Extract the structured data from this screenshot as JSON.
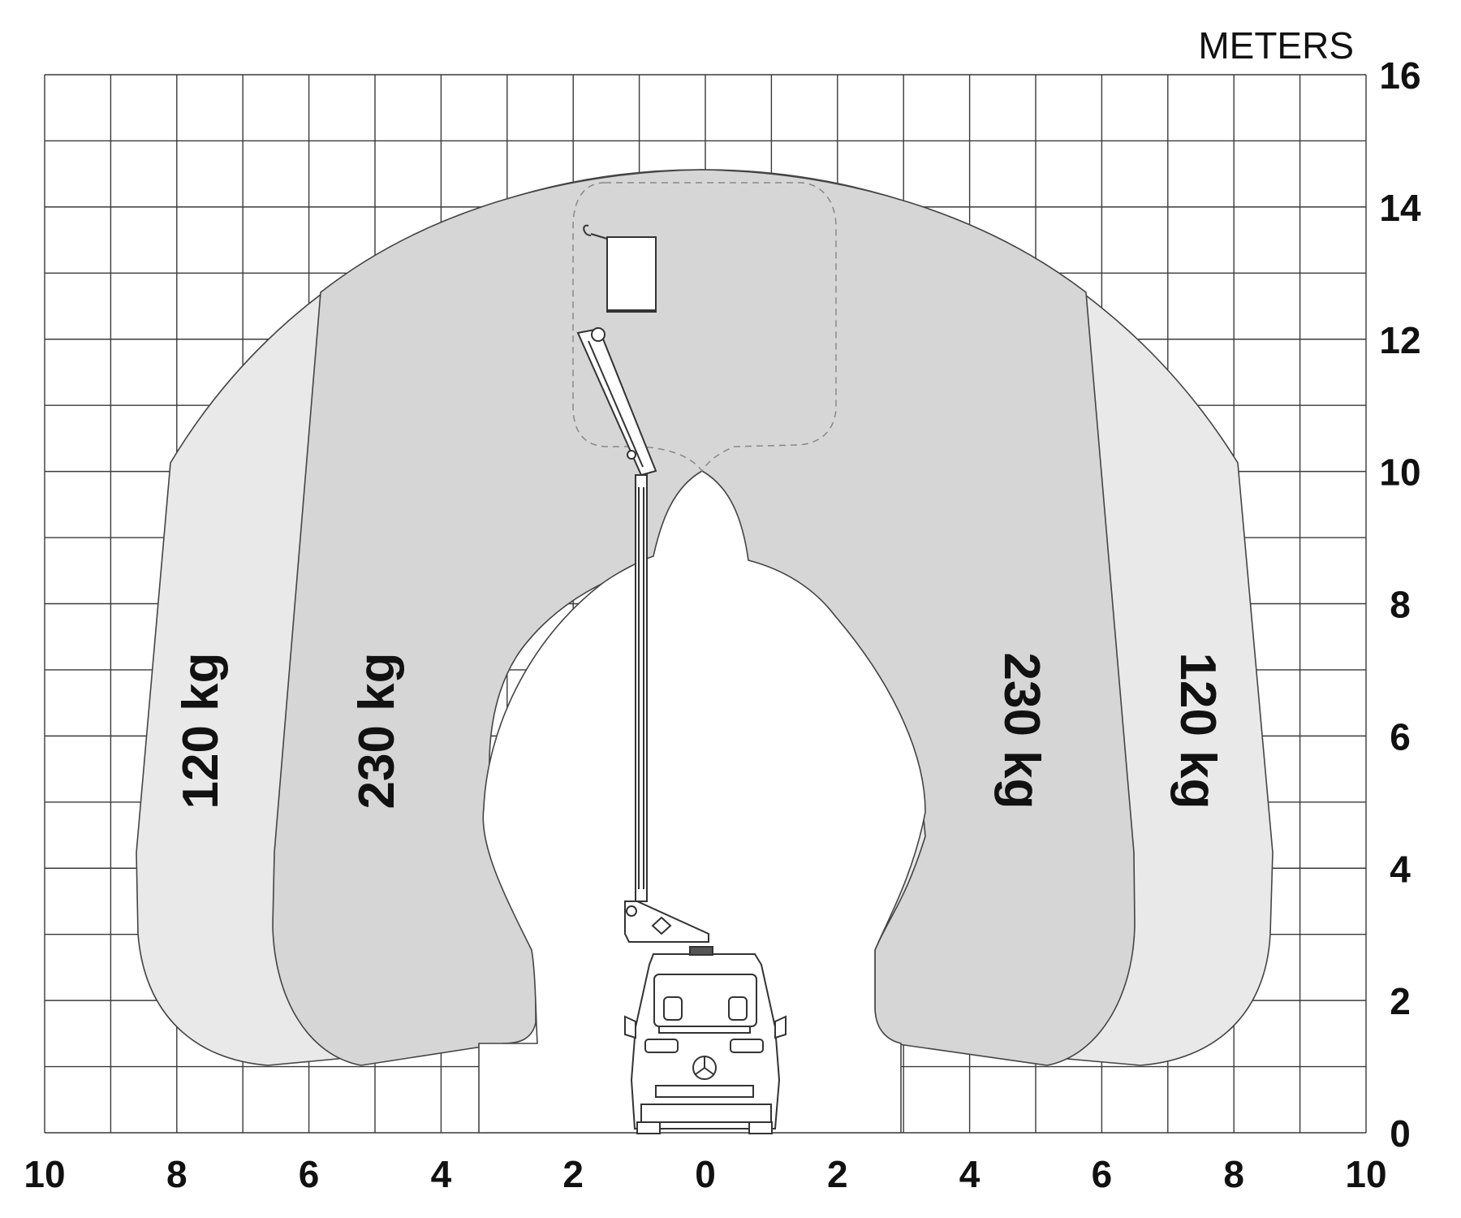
{
  "diagram": {
    "unit_label": "METERS",
    "x_ticks": [
      "10",
      "8",
      "6",
      "4",
      "2",
      "0",
      "2",
      "4",
      "6",
      "8",
      "10"
    ],
    "y_ticks": [
      "0",
      "2",
      "4",
      "6",
      "8",
      "10",
      "12",
      "14",
      "16"
    ],
    "x_range": [
      -10,
      10
    ],
    "y_range": [
      0,
      16
    ],
    "grid_step": 1,
    "zones": [
      {
        "label": "120 kg",
        "side": "left",
        "fill": "#e9e9e9"
      },
      {
        "label": "230 kg",
        "side": "left",
        "fill": "#d6d6d6"
      },
      {
        "label": "230 kg",
        "side": "right",
        "fill": "#d6d6d6"
      },
      {
        "label": "120 kg",
        "side": "right",
        "fill": "#e9e9e9"
      }
    ]
  },
  "colors": {
    "grid": "#3a3a3a",
    "outer_zone": "#e9e9e9",
    "inner_zone": "#d6d6d6",
    "text": "#111111"
  },
  "icons": [
    "aerial-platform-van-icon"
  ]
}
